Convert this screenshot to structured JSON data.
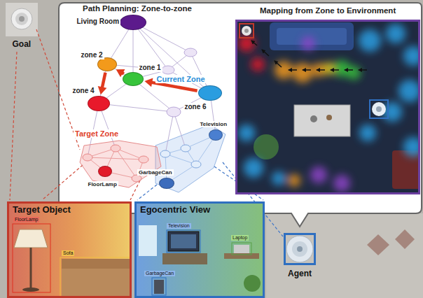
{
  "diagram": {
    "nodes": [
      {
        "text": [
          "Goal"
        ]
      },
      {
        "text": [
          "Living Room"
        ]
      },
      {
        "text": [
          "zone 2"
        ]
      },
      {
        "text": [
          "zone 1"
        ]
      },
      {
        "text": [
          "zone 4"
        ]
      },
      {
        "text": [
          "Current Zone",
          "zone 6"
        ]
      },
      {
        "text": [
          "Target Zone"
        ]
      },
      {
        "text": [
          "FloorLamp"
        ],
        "in": 6
      },
      {
        "text": [
          "Television"
        ]
      },
      {
        "text": [
          "GarbageCan"
        ]
      },
      {
        "text": [
          "Mapping from Zone to Environment"
        ]
      },
      {
        "text": [
          "Target Object"
        ]
      },
      {
        "text": [
          "Egocentric View"
        ]
      },
      {
        "text": [
          "Agent"
        ]
      }
    ],
    "edges": [
      {
        "from": 5,
        "to": 3,
        "arrow": "to"
      },
      {
        "from": 3,
        "to": 2,
        "arrow": "to"
      },
      {
        "from": 2,
        "to": 4,
        "arrow": "to"
      }
    ],
    "labels": [
      "Path Planning: Zone-to-zone",
      "FloorLamp",
      "Sofa",
      "Television",
      "GarbageCan",
      "Laptop"
    ]
  }
}
